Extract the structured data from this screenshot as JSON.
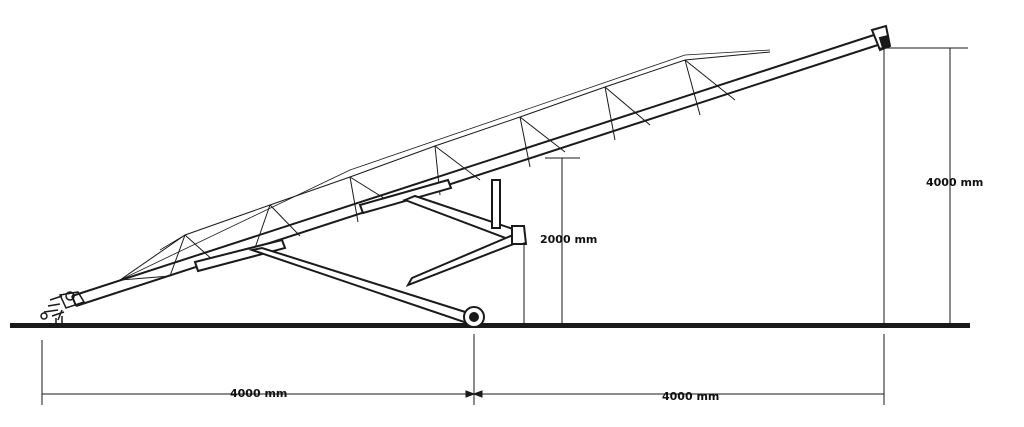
{
  "dimensions": {
    "tall_height": "4000 mm",
    "support_height": "2000 mm",
    "left_length": "4000 mm",
    "right_length": "4000 mm"
  },
  "colors": {
    "ink": "#1a1a1a",
    "background": "#ffffff"
  }
}
